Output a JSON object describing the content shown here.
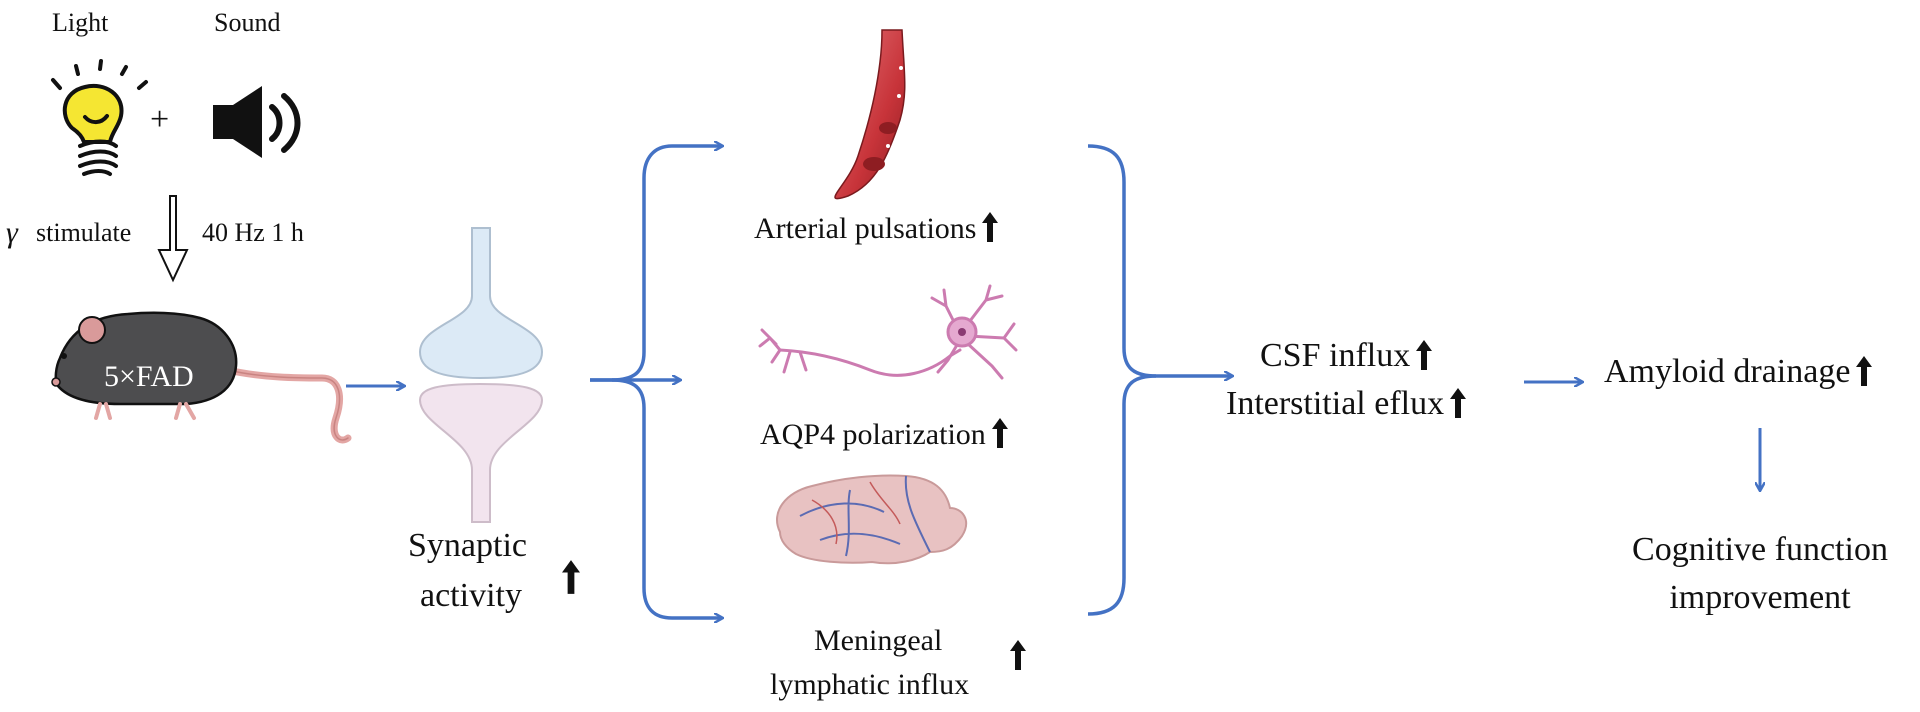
{
  "stimuli": {
    "light_label": "Light",
    "sound_label": "Sound",
    "plus": "+",
    "gamma": "γ",
    "stimulate_label": "stimulate",
    "frequency_label": "40 Hz 1 h"
  },
  "model": {
    "mouse_label": "5×FAD"
  },
  "synapse": {
    "label_line1": "Synaptic",
    "label_line2": "activity"
  },
  "mechanisms": {
    "arterial": "Arterial pulsations",
    "aqp4": "AQP4 polarization",
    "meningeal_line1": "Meningeal",
    "meningeal_line2": "lymphatic influx"
  },
  "outcomes": {
    "csf": "CSF influx",
    "interstitial": "Interstitial eflux",
    "amyloid": "Amyloid drainage",
    "cognitive_line1": "Cognitive function",
    "cognitive_line2": "improvement"
  },
  "colors": {
    "arrow": "#4472C4",
    "bulb": "#F5E632",
    "mouse": "#4d4d4f",
    "presynapse": "#DCEAF6",
    "postsynapse": "#F2E4EE",
    "artery": "#C8343A",
    "neuron": "#CC7BB0",
    "brain": "#E8C2C2"
  }
}
